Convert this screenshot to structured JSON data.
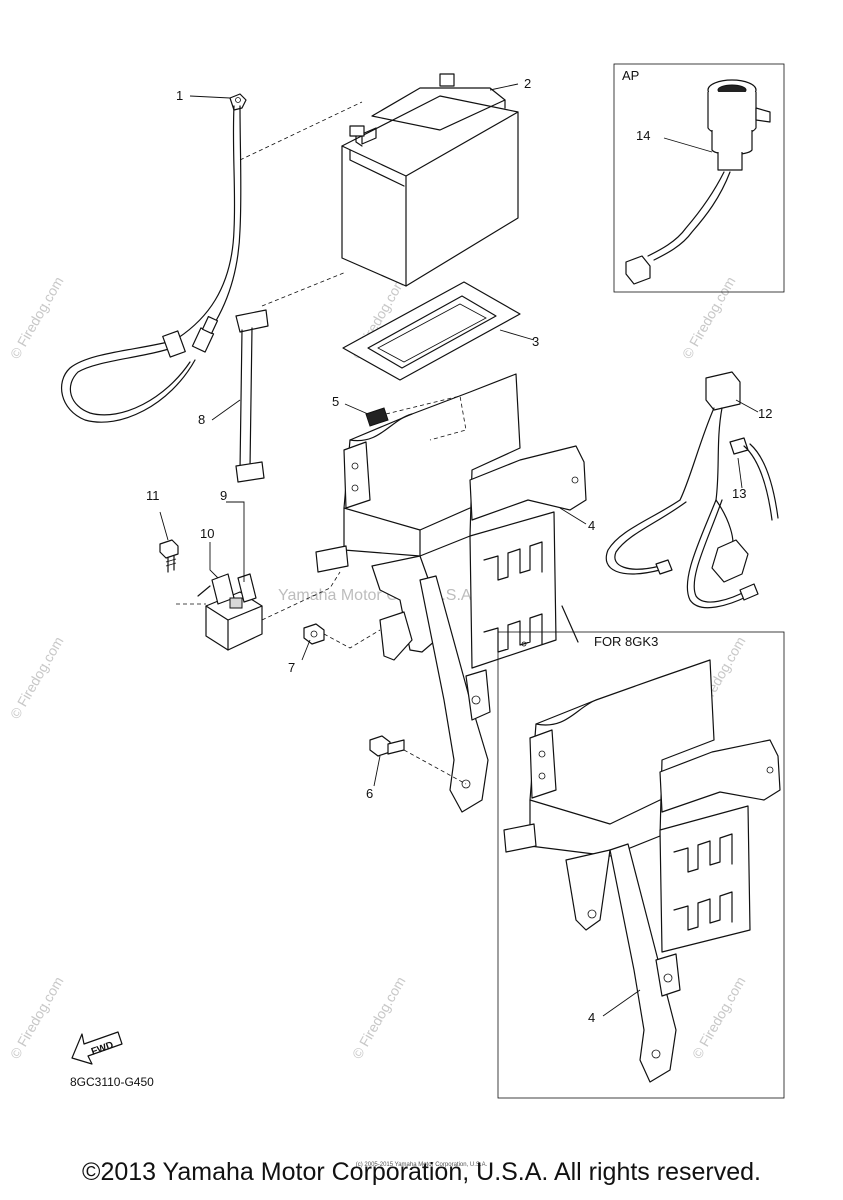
{
  "callouts": [
    "1",
    "2",
    "3",
    "4",
    "5",
    "6",
    "7",
    "8",
    "9",
    "10",
    "11",
    "12",
    "13",
    "14"
  ],
  "box_labels": {
    "ap": "AP",
    "for_8gk3": "FOR 8GK3"
  },
  "fwd_label": "FWD",
  "drawing_code": "8GC3110-G450",
  "watermarks": {
    "firedog": "© Firedog.com",
    "yamaha_center": "Yamaha Motor Corp. U.S.A."
  },
  "footer": {
    "copyright": "©2013 Yamaha Motor Corporation, U.S.A. All rights reserved.",
    "small_copyright": "(c) 2005-2015 Yamaha Motor Corporation, U.S.A."
  }
}
